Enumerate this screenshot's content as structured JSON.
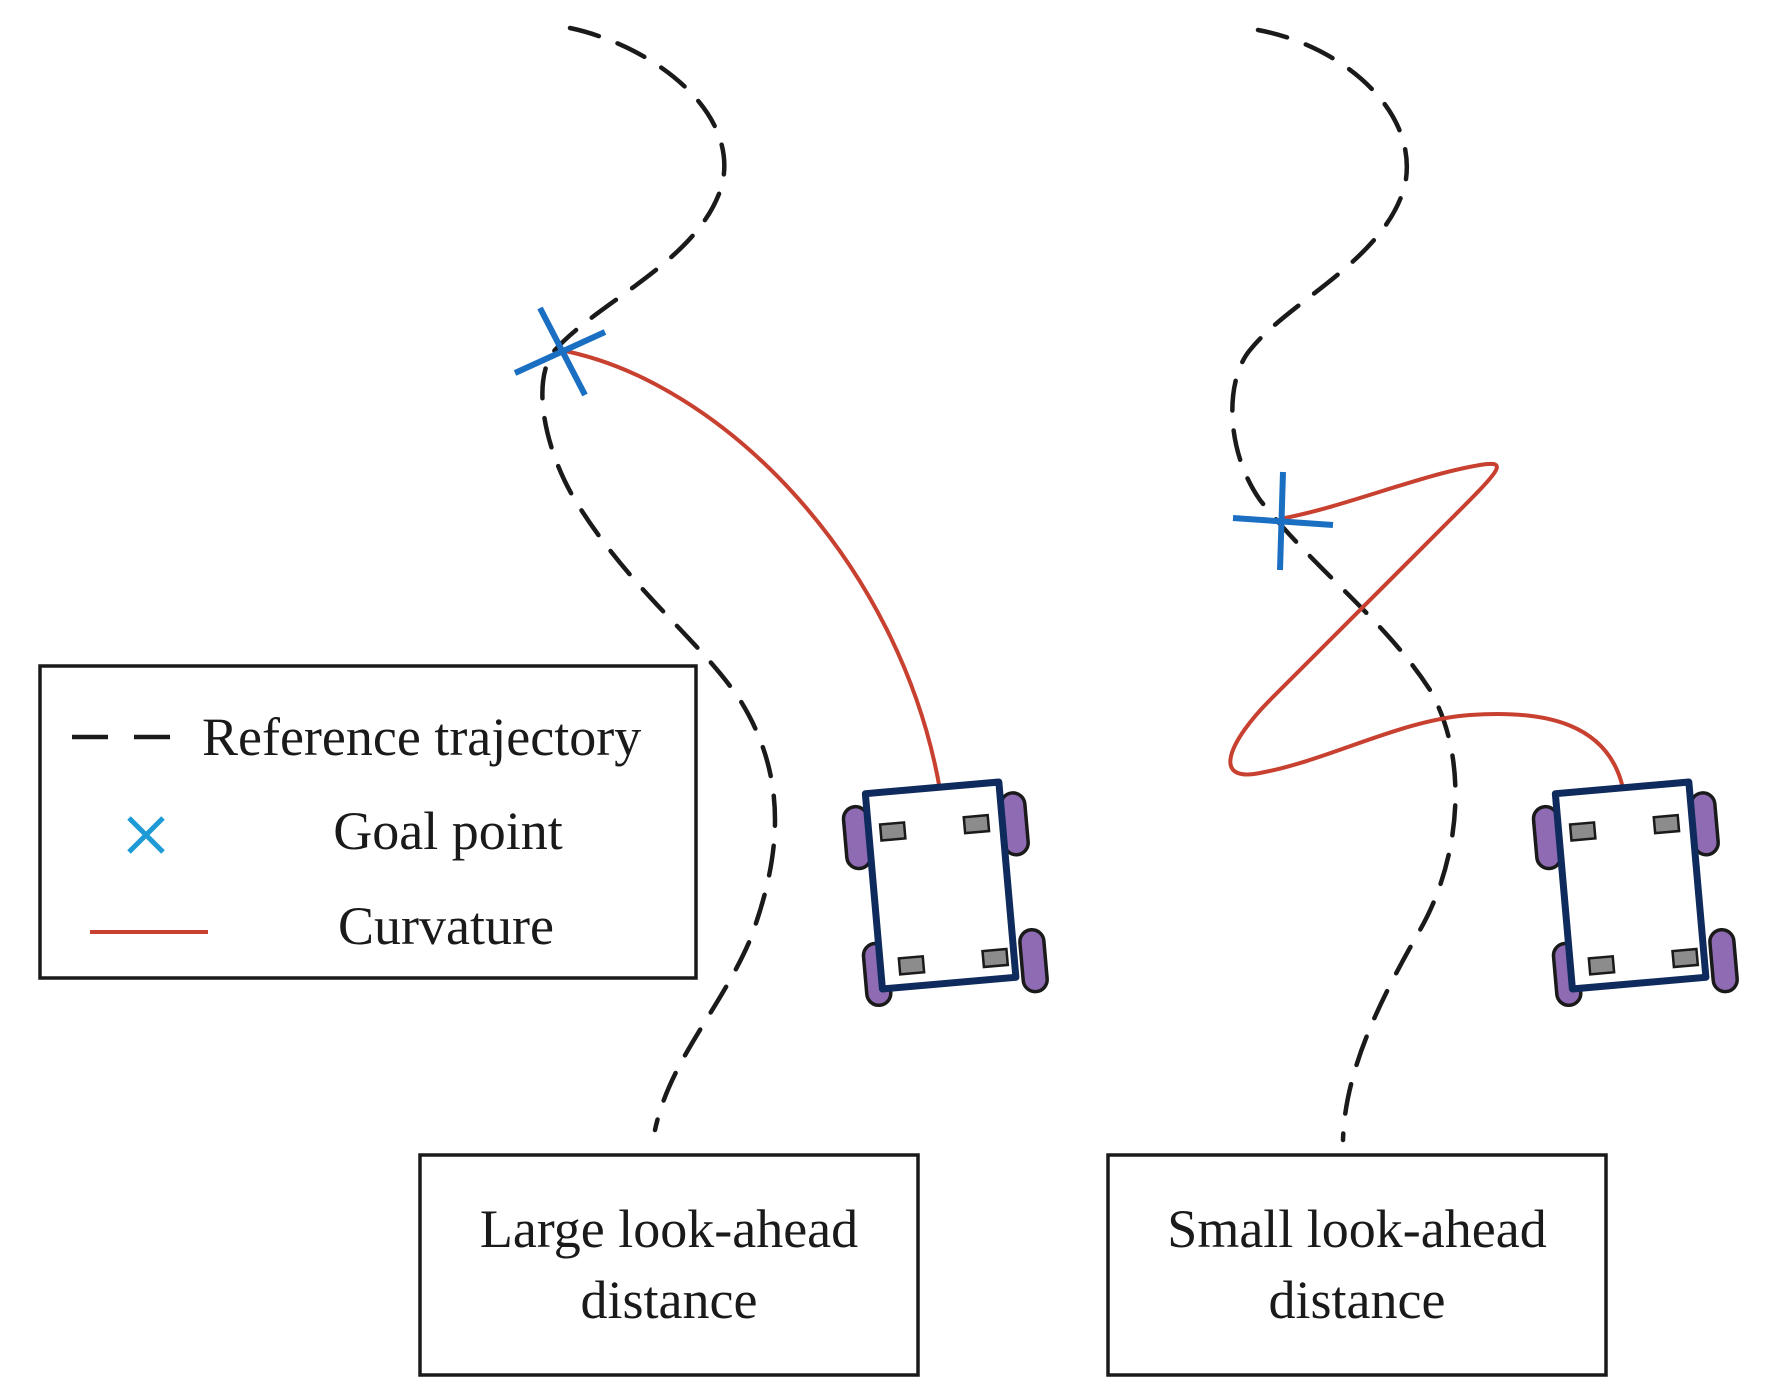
{
  "legend": {
    "reference_label": "Reference trajectory",
    "goal_label": "Goal point",
    "curvature_label": "Curvature"
  },
  "panels": [
    {
      "caption_line1": "Large look-ahead",
      "caption_line2": "distance"
    },
    {
      "caption_line1": "Small look-ahead",
      "caption_line2": "distance"
    }
  ],
  "colors": {
    "reference": "#1a1a1a",
    "goal_point": "#1b6fc2",
    "legend_goal_point": "#1e9ad6",
    "curvature": "#c8402f",
    "car_frame": "#0f2a5c",
    "wheel": "#8e6bb3"
  }
}
